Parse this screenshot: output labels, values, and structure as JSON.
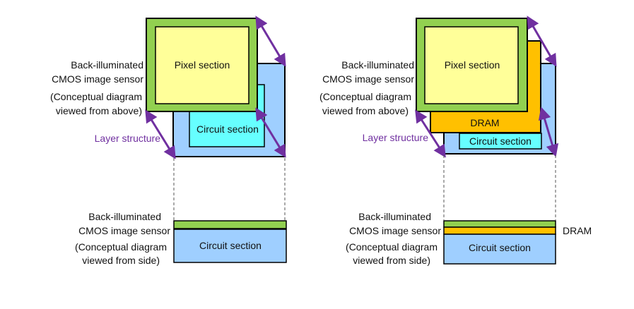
{
  "left": {
    "top_label_line1": "Back-illuminated",
    "top_label_line2": "CMOS image sensor",
    "top_note_line1": "(Conceptual diagram",
    "top_note_line2": "viewed from above)",
    "pixel_section": "Pixel section",
    "circuit_section": "Circuit section",
    "layer_structure": "Layer structure",
    "side_label_line1": "Back-illuminated",
    "side_label_line2": "CMOS image sensor",
    "side_note_line1": "(Conceptual diagram",
    "side_note_line2": "viewed from side)",
    "side_circuit_section": "Circuit section"
  },
  "right": {
    "top_label_line1": "Back-illuminated",
    "top_label_line2": "CMOS image sensor",
    "top_note_line1": "(Conceptual diagram",
    "top_note_line2": "viewed from above)",
    "pixel_section": "Pixel section",
    "dram": "DRAM",
    "circuit_section": "Circuit section",
    "layer_structure": "Layer structure",
    "side_label_line1": "Back-illuminated",
    "side_label_line2": "CMOS image sensor",
    "side_note_line1": "(Conceptual diagram",
    "side_note_line2": "viewed from side)",
    "side_circuit_section": "Circuit section",
    "side_dram": "DRAM"
  },
  "colors": {
    "pixel_fill": "#ffff99",
    "pixel_border": "#92d050",
    "circuit_bg": "#9fcfff",
    "circuit_section": "#66ffff",
    "dram": "#ffc000",
    "arrow": "#7030a0"
  }
}
